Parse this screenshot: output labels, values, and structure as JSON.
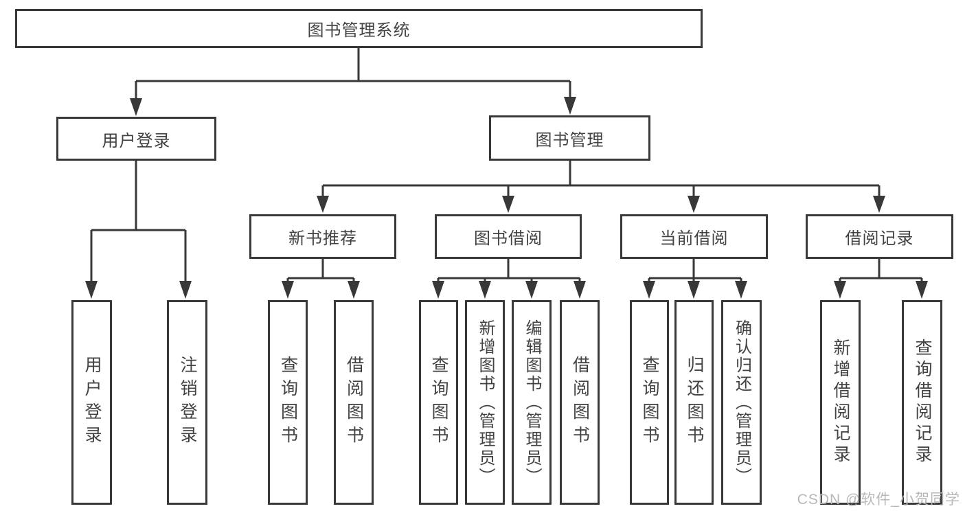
{
  "diagram": {
    "type": "hierarchy-tree",
    "root": {
      "label": "图书管理系统",
      "children": [
        {
          "label": "用户登录",
          "children": [
            {
              "label": "用户登录"
            },
            {
              "label": "注销登录"
            }
          ]
        },
        {
          "label": "图书管理",
          "children": [
            {
              "label": "新书推荐",
              "children": [
                {
                  "label": "查询图书"
                },
                {
                  "label": "借阅图书"
                }
              ]
            },
            {
              "label": "图书借阅",
              "children": [
                {
                  "label": "查询图书"
                },
                {
                  "label": "新增图书（管理员）"
                },
                {
                  "label": "编辑图书（管理员）"
                },
                {
                  "label": "借阅图书"
                }
              ]
            },
            {
              "label": "当前借阅",
              "children": [
                {
                  "label": "查询图书"
                },
                {
                  "label": "归还图书"
                },
                {
                  "label": "确认归还（管理员）"
                }
              ]
            },
            {
              "label": "借阅记录",
              "children": [
                {
                  "label": "新增借阅记录"
                },
                {
                  "label": "查询借阅记录"
                }
              ]
            }
          ]
        }
      ]
    }
  },
  "watermark": "CSDN @软件_小贺同学",
  "colors": {
    "line": "#383838",
    "box_border": "#383838",
    "text": "#424242",
    "watermark": "#b8b8b8",
    "background": "#ffffff"
  }
}
